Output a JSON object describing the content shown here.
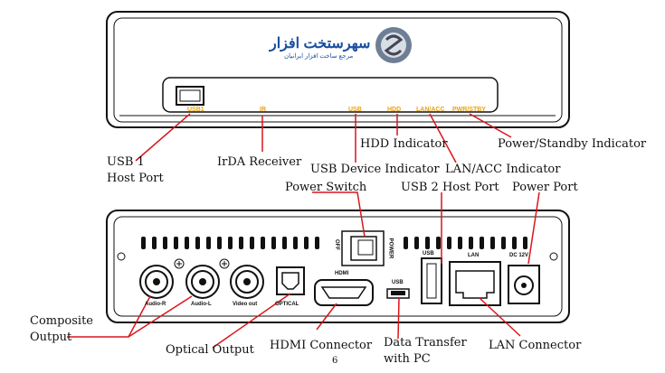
{
  "colors": {
    "indicator": "#e8a317",
    "leader": "#d9161c",
    "outline": "#111111",
    "logo_blue": "#1a4fa0"
  },
  "logo": {
    "name": "سهرستخت افزار",
    "tagline": "مرجع ساخت افزار ایرانیان"
  },
  "front_indicators": {
    "usb1": "USB1",
    "ir": "IR",
    "usb": "USB",
    "hdd": "HDD",
    "lan_acc": "LAN/ACC",
    "pwr": "PWR/STBY"
  },
  "front_callouts": {
    "usb1_line1": "USB 1",
    "usb1_line2": "Host Port",
    "irda": "IrDA Receiver",
    "hdd": "HDD Indicator",
    "power_standby": "Power/Standby Indicator",
    "usb_device": "USB Device Indicator",
    "lan_acc": "LAN/ACC Indicator"
  },
  "rear_callouts": {
    "power_switch": "Power Switch",
    "usb2": "USB 2 Host Port",
    "power_port": "Power Port",
    "composite_line1": "Composite",
    "composite_line2": "Output",
    "optical": "Optical Output",
    "hdmi": "HDMI Connector",
    "data_line1": "Data Transfer",
    "data_line2": "with PC",
    "lan": "LAN Connector"
  },
  "rear_labels": {
    "off": "OFF",
    "power": "POWER",
    "usb": "USB",
    "lan": "LAN",
    "dc": "DC 12V",
    "hdmi": "HDMI",
    "usb_mini": "USB",
    "audio_r": "Audio-R",
    "audio_l": "Audio-L",
    "video_out": "Video out",
    "optical": "OPTICAL"
  },
  "page_number": "6"
}
